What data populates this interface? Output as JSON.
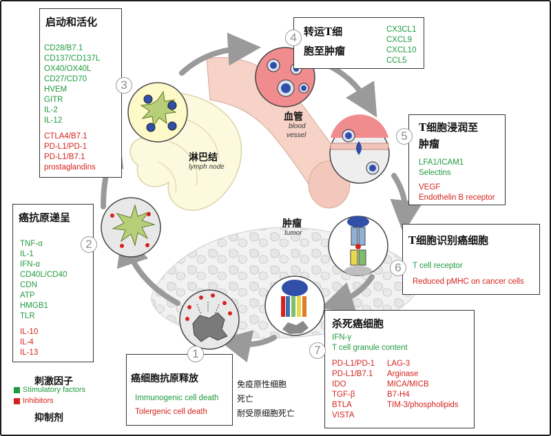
{
  "colors": {
    "stimulatory": "#1f9a3e",
    "inhibitor": "#d4231c",
    "arrow": "#9a9a9a"
  },
  "steps": {
    "s1": {
      "num": "1",
      "title": "癌细胞抗原释放",
      "green": [
        "Immunogenic cell death"
      ],
      "red": [
        "Tolergenic cell death"
      ],
      "notes": [
        "免疫原性细胞",
        "死亡",
        "耐受原细胞死亡"
      ]
    },
    "s2": {
      "num": "2",
      "title": "癌抗原递呈",
      "green": [
        "TNF-α",
        "IL-1",
        "IFN-α",
        "CD40L/CD40",
        "CDN",
        "ATP",
        "HMGB1",
        "TLR"
      ],
      "red": [
        "IL-10",
        "IL-4",
        "IL-13"
      ]
    },
    "s3": {
      "num": "3",
      "title": "启动和活化",
      "green": [
        "CD28/B7.1",
        "CD137/CD137L",
        "OX40/OX40L",
        "CD27/CD70",
        "HVEM",
        "GITR",
        "IL-2",
        "IL-12"
      ],
      "red": [
        "CTLA4/B7.1",
        "PD-L1/PD-1",
        "PD-L1/B7.1",
        "prostaglandins"
      ]
    },
    "s4": {
      "num": "4",
      "title_lines": [
        "转运T细",
        "胞至肿瘤"
      ],
      "green": [
        "CX3CL1",
        "CXCL9",
        "CXCL10",
        "CCL5"
      ]
    },
    "s5": {
      "num": "5",
      "title_lines": [
        "T细胞浸润至",
        "肿瘤"
      ],
      "green": [
        "LFA1/ICAM1",
        "Selectins"
      ],
      "red": [
        "VEGF",
        "Endothelin B receptor"
      ]
    },
    "s6": {
      "num": "6",
      "title": "T细胞识别癌细胞",
      "green": [
        "T cell receptor"
      ],
      "red": [
        "Reduced pMHC on cancer cells"
      ]
    },
    "s7": {
      "num": "7",
      "title": "杀死癌细胞",
      "green": [
        "IFN-γ",
        "T cell granule content"
      ],
      "red_col1": [
        "PD-L1/PD-1",
        "PD-L1/B7.1",
        "IDO",
        "TGF-β",
        "BTLA",
        "VISTA"
      ],
      "red_col2": [
        "LAG-3",
        "Arginase",
        "MICA/MICB",
        "B7-H4",
        "TIM-3/phospholipids"
      ]
    }
  },
  "labels": {
    "lymph_zh": "淋巴结",
    "lymph_en": "lymph node",
    "vessel_zh": "血管",
    "vessel_en1": "blood",
    "vessel_en2": "vessel",
    "tumor_zh": "肿瘤",
    "tumor_en": "tumor"
  },
  "legend": {
    "stim_zh": "刺激因子",
    "stim_en": "Stimulatory factors",
    "inhib_en": "Inhibitors",
    "inhib_zh": "抑制剂"
  }
}
